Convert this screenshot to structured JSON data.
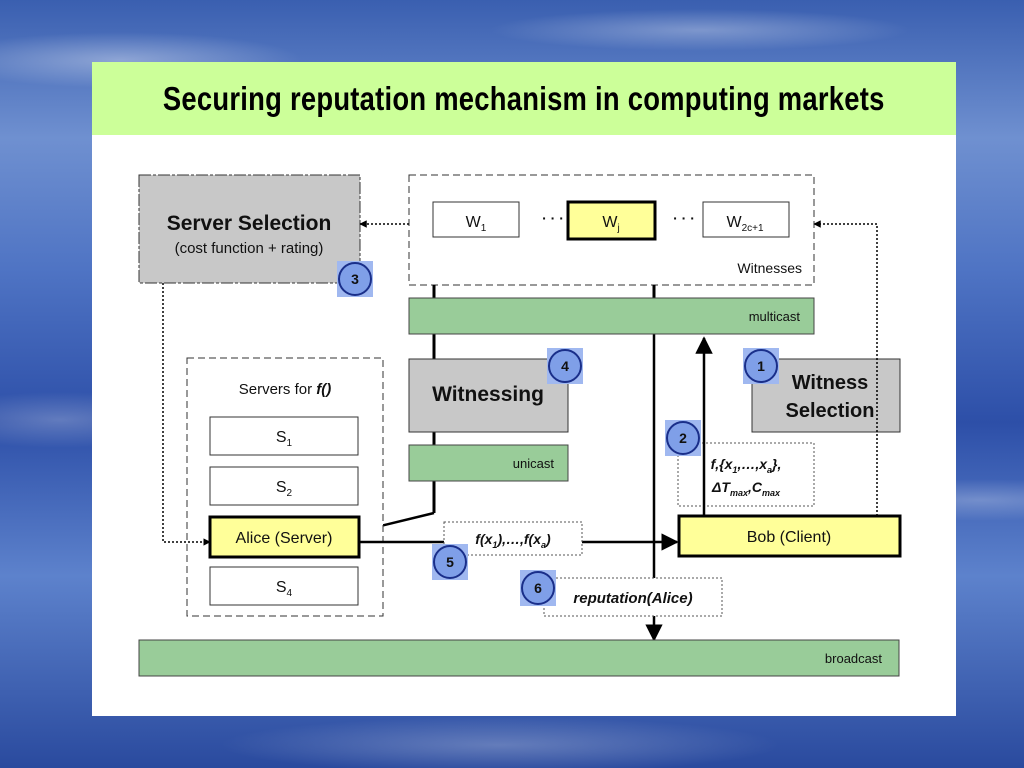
{
  "title": "Securing reputation mechanism in computing markets",
  "colors": {
    "title_bg": "#ccff99",
    "grey_box": "#c8c8c8",
    "green_bus": "#99cc99",
    "highlight": "#ffff99",
    "step_circle": "#7f9fe8"
  },
  "server_selection": {
    "title": "Server Selection",
    "subtitle": "(cost function + rating)"
  },
  "witnesses": {
    "w1": {
      "base": "W",
      "sub": "1"
    },
    "wj": {
      "base": "W",
      "sub": "j"
    },
    "w2c1": {
      "base": "W",
      "sub": "2c+1"
    },
    "dots": "· · ·",
    "label": "Witnesses"
  },
  "buses": {
    "multicast": "multicast",
    "unicast": "unicast",
    "broadcast": "broadcast"
  },
  "servers": {
    "title_prefix": "Servers for ",
    "title_func": "f()",
    "s1": {
      "base": "S",
      "sub": "1"
    },
    "s2": {
      "base": "S",
      "sub": "2"
    },
    "alice": "Alice (Server)",
    "s4": {
      "base": "S",
      "sub": "4"
    }
  },
  "witnessing": "Witnessing",
  "witness_selection": {
    "line1": "Witness",
    "line2": "Selection"
  },
  "bob": "Bob (Client)",
  "request_params": {
    "line1": {
      "p1": "f,{x",
      "s1": "1",
      "p2": ",…,x",
      "s2": "a",
      "p3": "},"
    },
    "line2": {
      "p1": "ΔT",
      "s1": "max",
      "p2": ",C",
      "s2": "max"
    }
  },
  "results": {
    "p1": "f(x",
    "s1": "1",
    "p2": "),…,f(x",
    "s2": "a",
    "p3": ")"
  },
  "reputation": "reputation(Alice)",
  "steps": [
    "1",
    "2",
    "3",
    "4",
    "5",
    "6"
  ]
}
